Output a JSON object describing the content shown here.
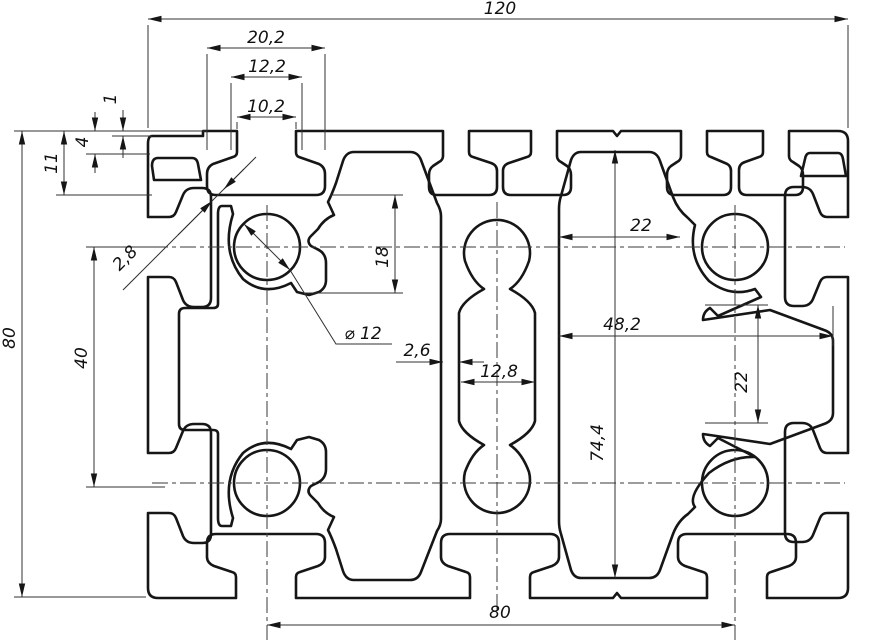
{
  "drawing": {
    "title": "aluminum-extrusion-profile-cross-section",
    "units_style": "decimal-comma",
    "dimensions": {
      "overall_width": "120",
      "overall_height": "80",
      "slot_cavity_width": "20,2",
      "slot_lip_width": "12,2",
      "slot_opening_width": "10,2",
      "face_step": "1",
      "slot_lip_depth": "4",
      "slot_depth": "11",
      "hole_pitch_vertical": "40",
      "wall_thickness_diagonal": "2,8",
      "hole_center_depth": "18",
      "core_hole_diameter": "⌀ 12",
      "channel_wall_thickness": "2,6",
      "channel_width": "12,8",
      "web_clearance_top": "22",
      "chamber_width": "48,2",
      "inner_height": "74,4",
      "web_clearance_right": "22",
      "hole_pitch_horizontal": "80"
    },
    "line_colors": {
      "profile": "#161616",
      "dimension": "#303030"
    }
  }
}
